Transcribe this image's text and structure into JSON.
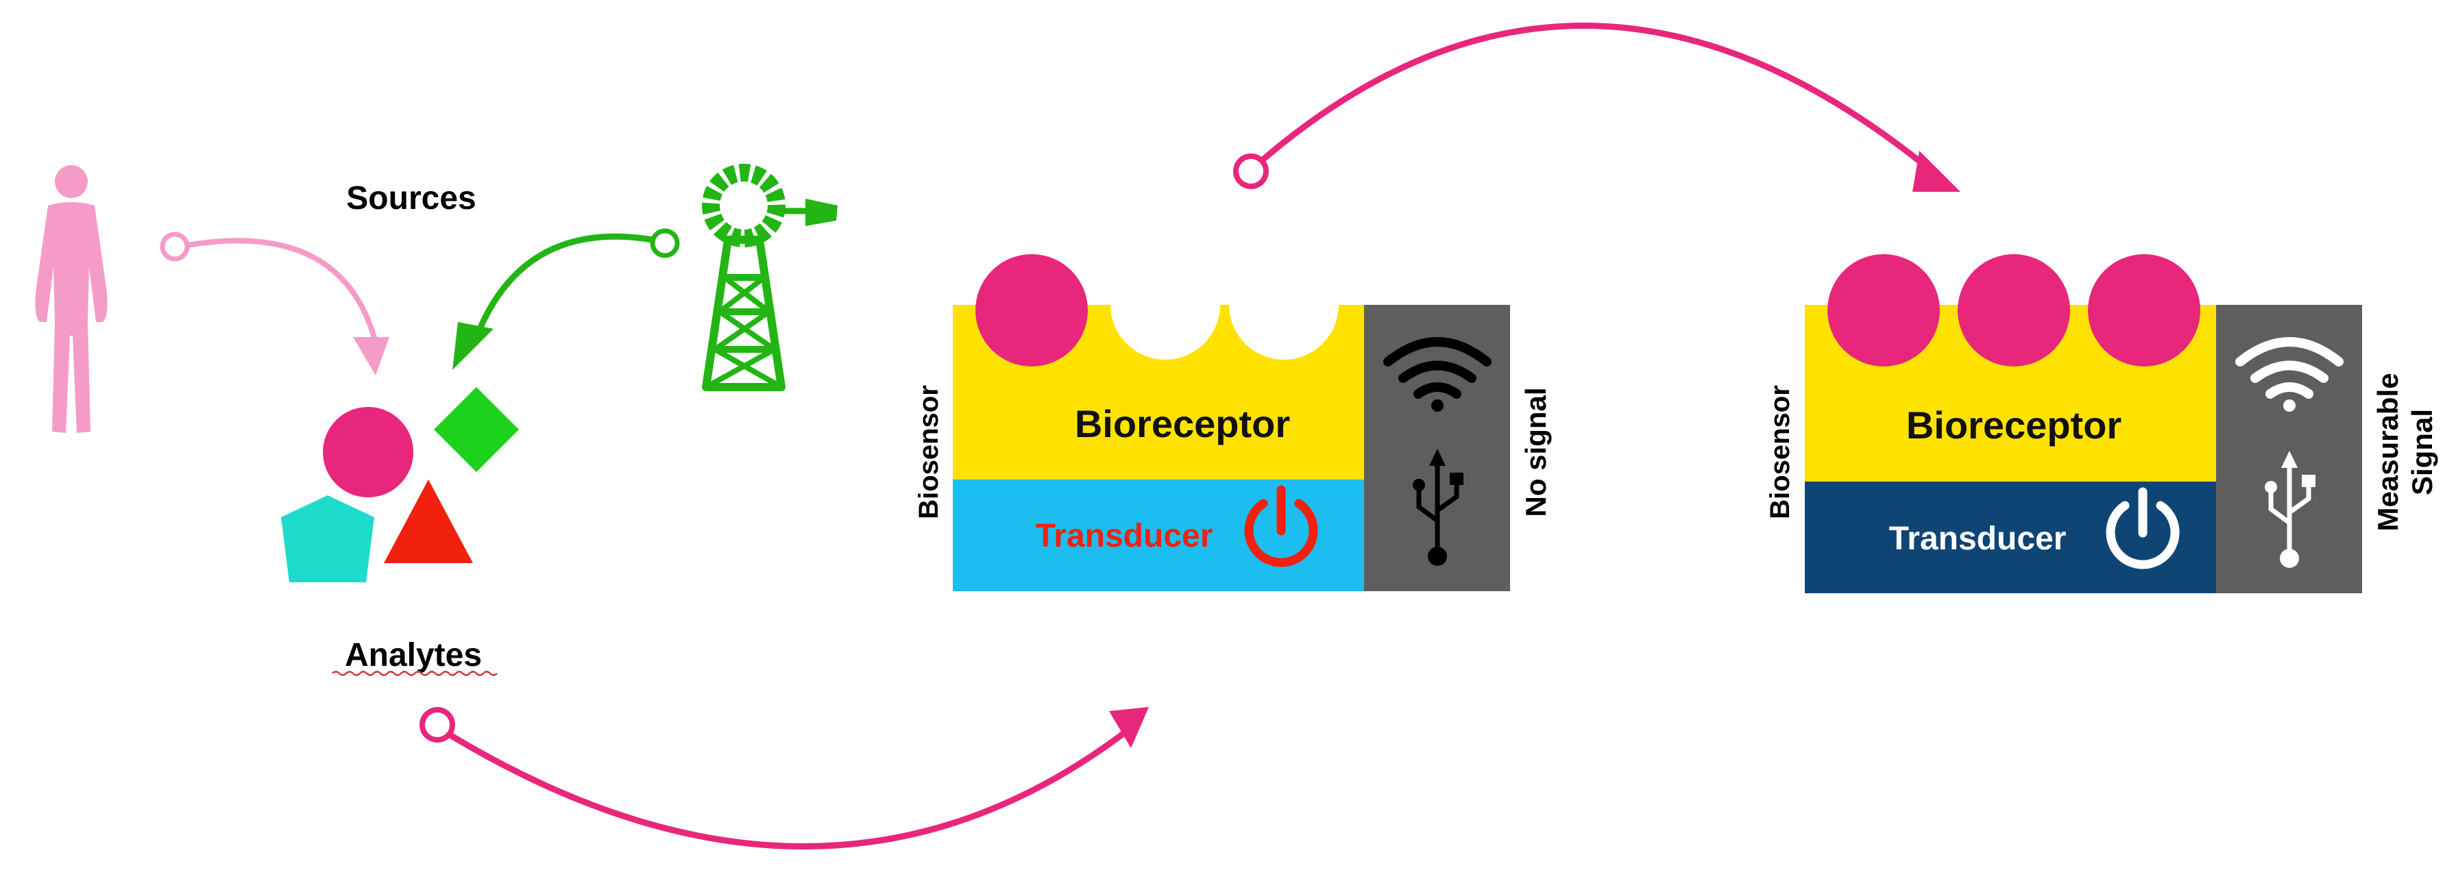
{
  "labels": {
    "sources": "Sources",
    "analytes": "Analytes"
  },
  "sensor_left": {
    "side_label": "Biosensor",
    "bioreceptor": "Bioreceptor",
    "transducer": "Transducer",
    "output": "No signal"
  },
  "sensor_right": {
    "side_label": "Biosensor",
    "bioreceptor": "Bioreceptor",
    "transducer": "Transducer",
    "output_line1": "Measurable",
    "output_line2": "Signal"
  },
  "colors": {
    "magenta": "#E8267C",
    "light_pink": "#F59BC8",
    "green": "#22B514",
    "bright_green": "#1DD11D",
    "teal": "#1DDCCB",
    "red": "#F2200F",
    "yellow": "#FFE200",
    "light_blue": "#1BBEEE",
    "dark_blue": "#0E4575",
    "gray": "#5E5E5E"
  },
  "icons": [
    "person-icon",
    "windmill-icon",
    "wifi-icon",
    "usb-icon",
    "power-icon"
  ]
}
